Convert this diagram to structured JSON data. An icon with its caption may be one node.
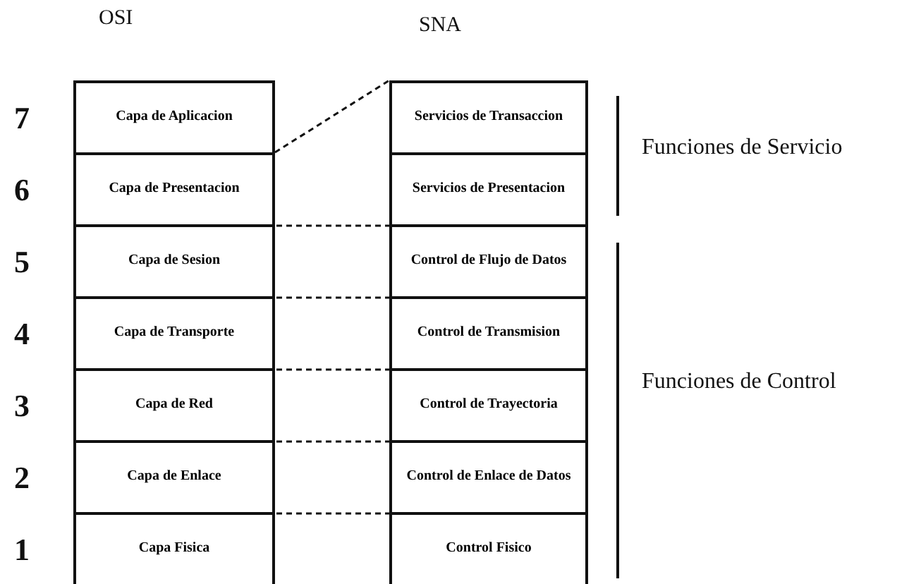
{
  "diagram": {
    "nodes": [
      {
        "text": [
          "Capa de Aplicacion"
        ]
      },
      {
        "text": [
          "Servicios de Transaccion"
        ]
      },
      {
        "text": [
          "Capa de Presentacion"
        ]
      },
      {
        "text": [
          "Servicios de Presentacion"
        ]
      },
      {
        "text": [
          "Capa de Sesion"
        ]
      },
      {
        "text": [
          "Control de Flujo de Datos"
        ]
      },
      {
        "text": [
          "Capa de Transporte"
        ]
      },
      {
        "text": [
          "Control de Transmision"
        ]
      },
      {
        "text": [
          "Capa de Red"
        ]
      },
      {
        "text": [
          "Control de Trayectoria"
        ]
      },
      {
        "text": [
          "Capa de Enlace"
        ]
      },
      {
        "text": [
          "Control de Enlace de Datos"
        ]
      },
      {
        "text": [
          "Capa Fisica"
        ]
      },
      {
        "text": [
          "Control Fisico"
        ]
      }
    ],
    "labels": [
      "OSI",
      "SNA",
      "7",
      "6",
      "Funciones de Servicio",
      "5",
      "4",
      "3",
      "Funciones de Control",
      "2",
      "1"
    ]
  }
}
